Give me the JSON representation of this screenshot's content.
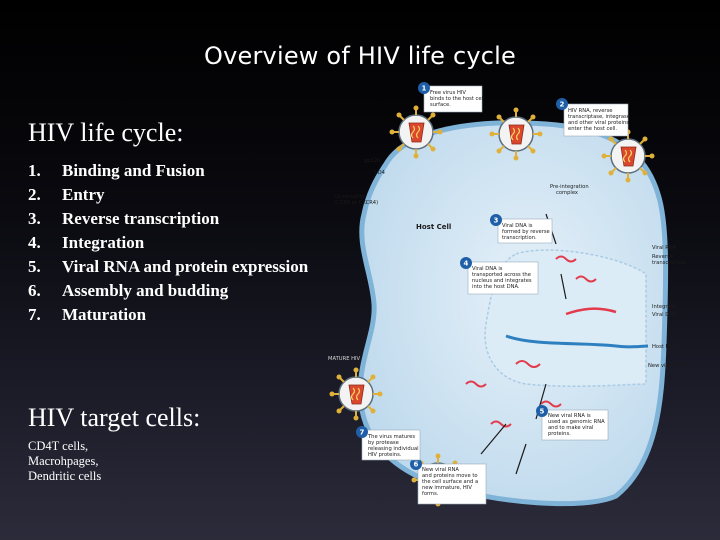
{
  "slide": {
    "title": "Overview of HIV life cycle"
  },
  "left_panel": {
    "lifecycle_heading": "HIV life cycle:",
    "steps": [
      {
        "num": "1.",
        "label": "Binding and Fusion"
      },
      {
        "num": "2.",
        "label": "Entry"
      },
      {
        "num": "3.",
        "label": "Reverse transcription"
      },
      {
        "num": "4.",
        "label": "Integration"
      },
      {
        "num": "5.",
        "label": "Viral RNA and protein expression"
      },
      {
        "num": "6.",
        "label": "Assembly and budding"
      },
      {
        "num": "7.",
        "label": "Maturation"
      }
    ],
    "target_heading": "HIV target cells:",
    "target_cells": [
      "CD4T cells,",
      "Macrohpages,",
      "Dendritic cells"
    ]
  },
  "diagram": {
    "host_cell_label": "Host Cell",
    "callouts": [
      {
        "num": "1",
        "text": [
          "Free virus HIV",
          "binds to the host cell",
          "surface."
        ]
      },
      {
        "num": "2",
        "text": [
          "HIV RNA, reverse",
          "transcriptase, integrase",
          "and other viral proteins",
          "enter the host cell."
        ]
      },
      {
        "num": "3",
        "text": [
          "Viral DNA is",
          "formed by reverse",
          "transcription."
        ]
      },
      {
        "num": "4",
        "text": [
          "Viral DNA is",
          "transported across the",
          "nucleus and integrates",
          "into the host DNA."
        ]
      },
      {
        "num": "5",
        "text": [
          "New viral RNA is",
          "used as genomic RNA",
          "and to make viral",
          "proteins."
        ]
      },
      {
        "num": "6",
        "text": [
          "New viral RNA",
          "and proteins move to",
          "the cell surface and a",
          "new immature, HIV",
          "forms."
        ]
      },
      {
        "num": "7",
        "text": [
          "The virus matures",
          "by protease",
          "releasing individual",
          "HIV proteins."
        ]
      }
    ],
    "side_labels": {
      "gp120": "gp120",
      "coreceptor": [
        "Co-receptor",
        "(CCR5 or CXCR4)"
      ],
      "cd4": "CD4",
      "preintegration": [
        "Pre-integration",
        "complex"
      ],
      "viral_rna": "Viral RNA",
      "reverse_transcriptase": [
        "Reverse",
        "transcriptase"
      ],
      "integrase": "Integrase",
      "viral_dna": "Viral DNA",
      "host_dna": "Host DNA",
      "new_viral_rna": "New viral RNA",
      "mature_hiv": "MATURE HIV"
    },
    "colors": {
      "cell_fill": "#cfe4f2",
      "membrane": "#7fb3d8",
      "nucleus": "#dcecf7",
      "callout_badge": "#1f5fa8",
      "virus_core": "#d9472f",
      "virus_envelope": "#f3f3f3",
      "spike": "#e0b13a",
      "rna": "#e23b4b",
      "dna": "#2d7fbf"
    }
  }
}
